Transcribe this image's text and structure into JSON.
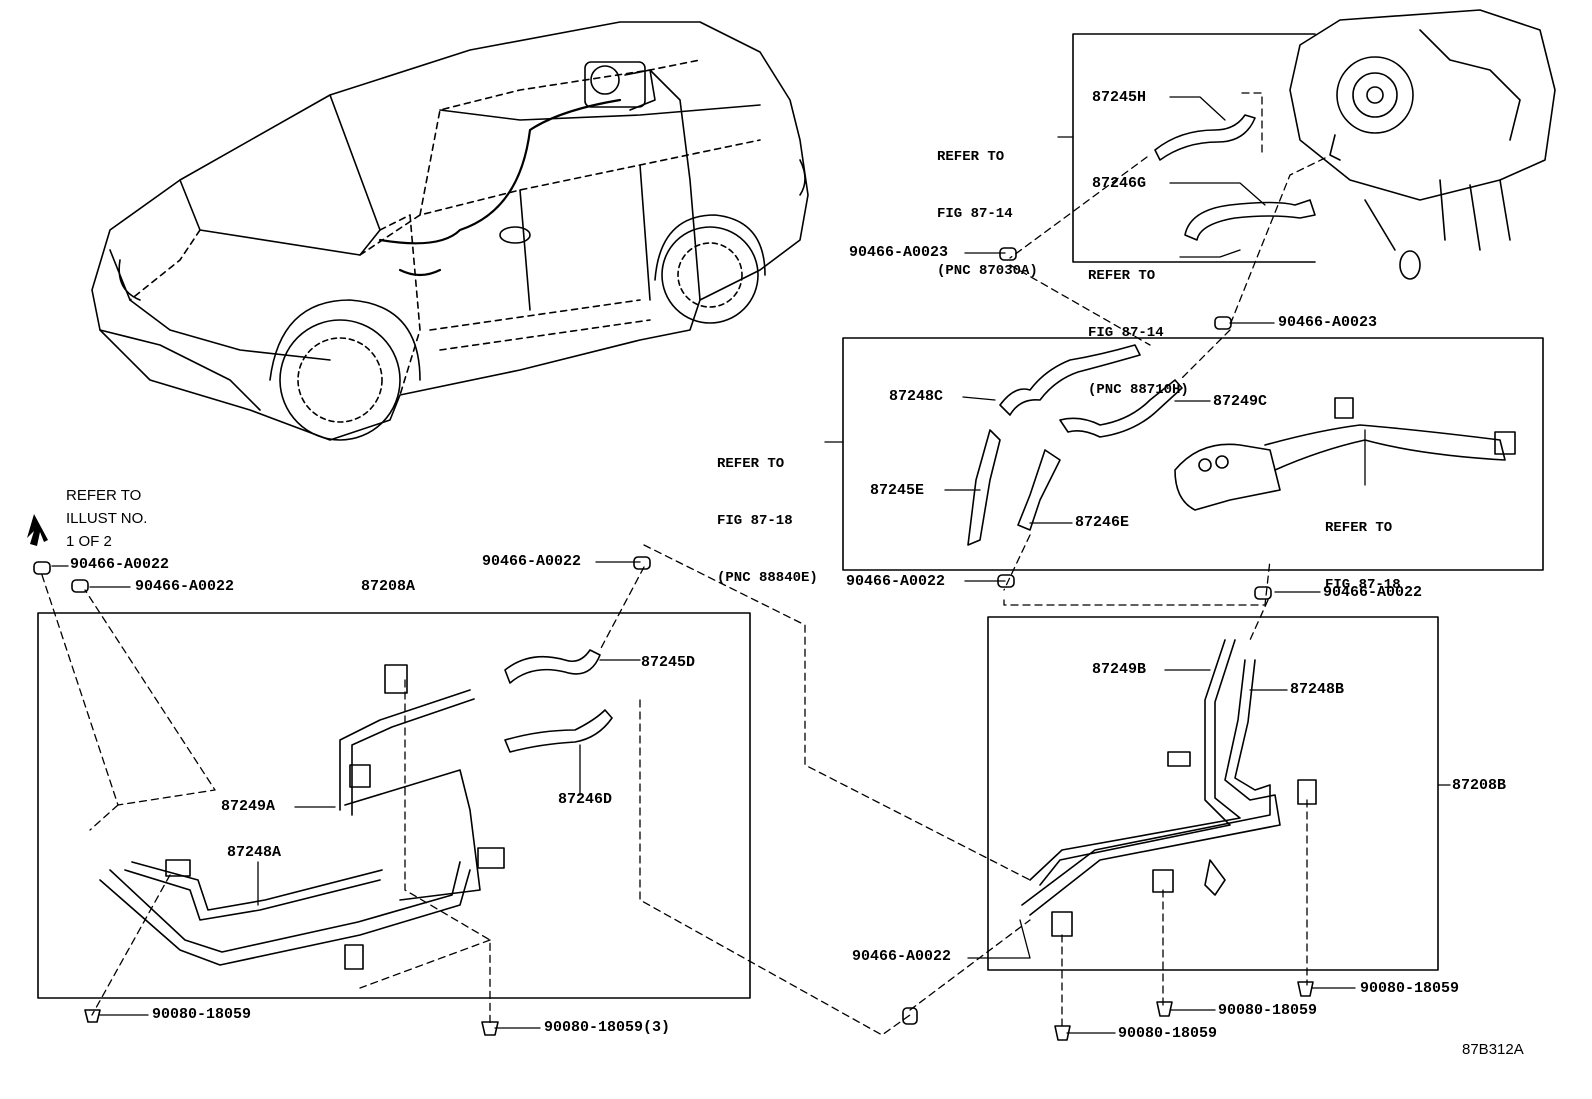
{
  "figure_code": "87B312A",
  "refer_illust": [
    "REFER TO",
    "ILLUST NO.",
    "1 OF 2"
  ],
  "refs": {
    "r1": [
      "REFER TO",
      "FIG 87-14",
      "(PNC 87030A)"
    ],
    "r2": [
      "REFER TO",
      "FIG 87-14",
      "(PNC 88710H)"
    ],
    "r3": [
      "REFER TO",
      "FIG 87-18",
      "(PNC 88840E)"
    ],
    "r4": [
      "REFER TO",
      "FIG 87-18"
    ]
  },
  "parts": {
    "p87245H": "87245H",
    "p87246G": "87246G",
    "p90466A0023_left": "90466-A0023",
    "p90466A0023_right": "90466-A0023",
    "p87248C": "87248C",
    "p87249C": "87249C",
    "p87245E": "87245E",
    "p87246E": "87246E",
    "p90466A0022_mid": "90466-A0022",
    "p90466A0022_midright": "90466-A0022",
    "p90466A0022_tl1": "90466-A0022",
    "p90466A0022_tl2": "90466-A0022",
    "p90466A0022_top": "90466-A0022",
    "p87208A": "87208A",
    "p87245D": "87245D",
    "p87246D": "87246D",
    "p87249A": "87249A",
    "p87248A": "87248A",
    "p87249B": "87249B",
    "p87248B": "87248B",
    "p87208B": "87208B",
    "p90466A0022_bot": "90466-A0022",
    "p90080_left": "90080-18059",
    "p90080_mid": "90080-18059(3)",
    "p90080_r1": "90080-18059",
    "p90080_r2": "90080-18059",
    "p90080_r3": "90080-18059"
  }
}
